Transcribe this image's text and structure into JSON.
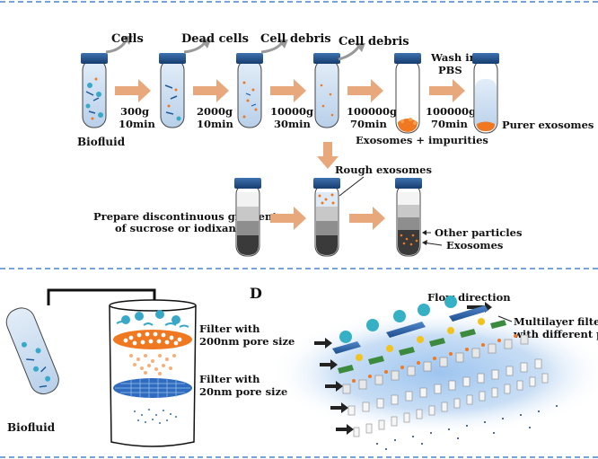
{
  "panel_letter": "D",
  "top": {
    "waste": [
      "Cells",
      "Dead cells",
      "Cell debris",
      "Cell debris"
    ],
    "steps": [
      {
        "speed": "300g",
        "time": "10min"
      },
      {
        "speed": "2000g",
        "time": "10min"
      },
      {
        "speed": "10000g",
        "time": "30min"
      },
      {
        "speed": "100000g",
        "time": "70min"
      },
      {
        "speed": "100000g",
        "time": "70min"
      }
    ],
    "wash_line1": "Wash in",
    "wash_line2": "PBS",
    "source_label": "Biofluid",
    "impure_label": "Exosomes + impurities",
    "pure_label": "Purer exosomes"
  },
  "gradient": {
    "prep_line1": "Prepare discontinuous gradient",
    "prep_line2": "of sucrose or iodixanol",
    "rough_label": "Rough exosomes",
    "other_label": "Other particles",
    "exo_label": "Exosomes"
  },
  "filter": {
    "source_label": "Biofluid",
    "filter1_line1": "Filter with",
    "filter1_line2": "200nm pore size",
    "filter2_line1": "Filter with",
    "filter2_line2": "20nm pore size"
  },
  "flow": {
    "direction_label": "Flow direction",
    "multi_line1": "Multilayer filte",
    "multi_line2": "with different pore"
  },
  "colors": {
    "arrow": "#e8a87c",
    "exosome": "#f07820",
    "cap": "#1f4f8a",
    "divider": "#4a86c8",
    "liquid": "#cfe0f2"
  }
}
